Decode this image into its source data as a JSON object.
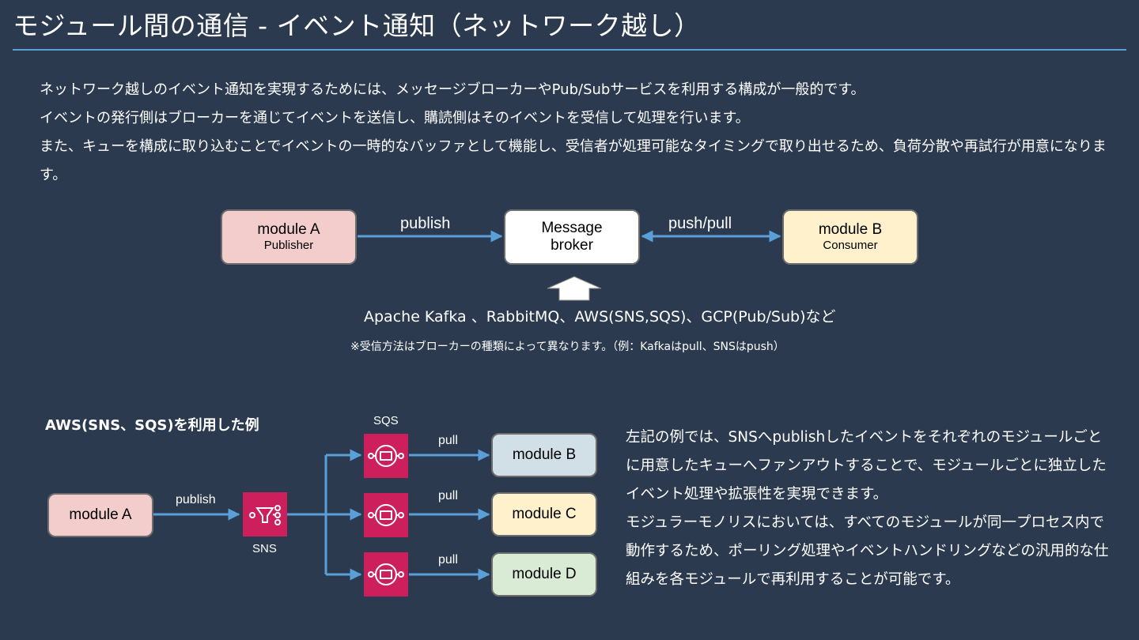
{
  "title": "モジュール間の通信 - イベント通知（ネットワーク越し）",
  "intro": [
    "ネットワーク越しのイベント通知を実現するためには、メッセージブローカーやPub/Subサービスを利用する構成が一般的です。",
    "イベントの発行側はブローカーを通じてイベントを送信し、購読側はそのイベントを受信して処理を行います。",
    "また、キューを構成に取り込むことでイベントの一時的なバッファとして機能し、受信者が処理可能なタイミングで取り出せるため、負荷分散や再試行が用意になります。"
  ],
  "diagram1": {
    "module_a": {
      "name": "module A",
      "role": "Publisher"
    },
    "broker": {
      "line1": "Message",
      "line2": "broker"
    },
    "module_b": {
      "name": "module B",
      "role": "Consumer"
    },
    "publish_label": "publish",
    "pushpull_label": "push/pull",
    "examples": "Apache Kafka 、RabbitMQ、AWS(SNS,SQS)、GCP(Pub/Sub)など",
    "note": "※受信方法はブローカーの種類によって異なります。（例：Kafkaはpull、SNSはpush）"
  },
  "diagram2": {
    "heading": "AWS(SNS、SQS)を利用した例",
    "module_a": "module A",
    "publish_label": "publish",
    "sns_label": "SNS",
    "sqs_label": "SQS",
    "pull_label": "pull",
    "module_b": "module B",
    "module_c": "module C",
    "module_d": "module D"
  },
  "description": [
    "左記の例では、SNSへpublishしたイベントをそれぞれのモジュールごとに用意したキューへファンアウトすることで、モジュールごとに独立したイベント処理や拡張性を実現できます。",
    "モジュラーモノリスにおいては、すべてのモジュールが同一プロセス内で動作するため、ポーリング処理やイベントハンドリングなどの汎用的な仕組みを各モジュールで再利用することが可能です。"
  ],
  "icons": {
    "sns": "sns-icon",
    "sqs": "sqs-icon"
  },
  "colors": {
    "background": "#2b3a4e",
    "accent_line": "#5a9fd8",
    "arrow": "#5a9fd8",
    "publisher": "#f3cccc",
    "consumer": "#fef1cc",
    "module_b_aws": "#d1dfe6",
    "module_c_aws": "#fef1cc",
    "module_d_aws": "#d9ead5",
    "aws_icon": "#cc1f5c"
  }
}
